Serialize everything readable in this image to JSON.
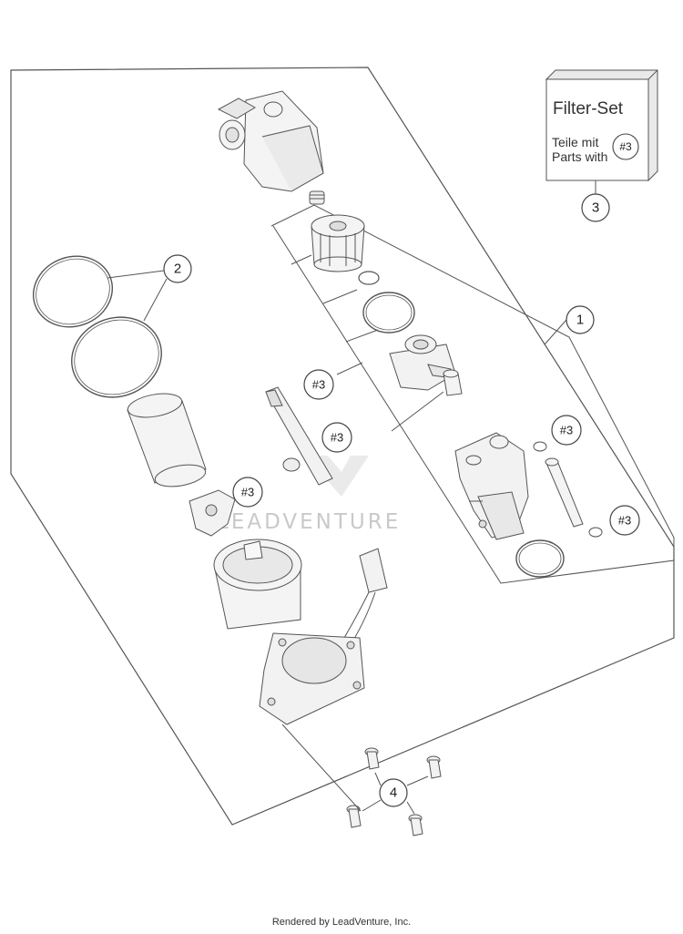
{
  "filter_set": {
    "title": "Filter-Set",
    "line1": "Teile mit",
    "line2": "Parts with",
    "ref": "#3"
  },
  "callouts": {
    "c1": "1",
    "c2": "2",
    "c3": "3",
    "c4": "4",
    "ref_a": "#3",
    "ref_b": "#3",
    "ref_c": "#3",
    "ref_d": "#3",
    "ref_e": "#3"
  },
  "watermark": "LEADVENTURE",
  "footer": "Rendered by LeadVenture, Inc.",
  "colors": {
    "line": "#444444",
    "part_fill": "#f4f4f4",
    "watermark": "#c9c9c9"
  }
}
